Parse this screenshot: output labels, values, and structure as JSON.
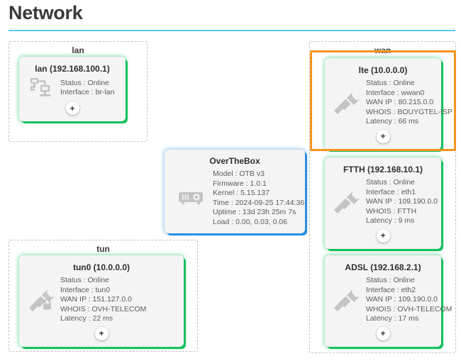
{
  "header": {
    "title": "Network"
  },
  "groups": [
    {
      "id": "lan",
      "label": "lan"
    },
    {
      "id": "tun",
      "label": "tun"
    },
    {
      "id": "wan",
      "label": "wan"
    }
  ],
  "highlight": {
    "target": "lte-card",
    "color": "#f7941e"
  },
  "colors": {
    "accent_rule": "#5bc8f5",
    "status_online_glow": "#16c15f",
    "device_glow": "#2b8fe0",
    "selection": "#f7941e",
    "card_bg": "#f4f4f4",
    "icon": "#c4c4c4"
  },
  "cards": {
    "lan": {
      "title": "lan (192.168.100.1)",
      "icon": "network-sitemap-icon",
      "add_label": "+",
      "fields": [
        "Status : Online",
        "Interface : br-lan"
      ]
    },
    "tun0": {
      "title": "tun0 (10.0.0.0)",
      "icon": "secure-plug-icon",
      "add_label": "+",
      "fields": [
        "Status : Online",
        "Interface : tun0",
        "WAN IP : 151.127.0.0",
        "WHOIS : OVH-TELECOM",
        "Latency : 22 ms"
      ]
    },
    "overthebox": {
      "title": "OverTheBox",
      "icon": "device-box-icon",
      "fields": [
        "Model : OTB v3",
        "Firmware : 1.0.1",
        "Kernel : 5.15.137",
        "Time : 2024-09-25 17:44:36",
        "Uptime : 13d 23h 25m 7s",
        "Load : 0.00, 0.03, 0.06"
      ]
    },
    "lte": {
      "title": "lte (10.0.0.0)",
      "icon": "plug-icon",
      "add_label": "+",
      "fields": [
        "Status : Online",
        "Interface : wwan0",
        "WAN IP : 80.215.0.0",
        "WHOIS : BOUYGTEL-ISP",
        "Latency : 66 ms"
      ]
    },
    "ftth": {
      "title": "FTTH (192.168.10.1)",
      "icon": "plug-icon",
      "add_label": "+",
      "fields": [
        "Status : Online",
        "Interface : eth1",
        "WAN IP : 109.190.0.0",
        "WHOIS : FTTH",
        "Latency : 9 ms"
      ]
    },
    "adsl": {
      "title": "ADSL (192.168.2.1)",
      "icon": "plug-icon",
      "add_label": "+",
      "fields": [
        "Status : Online",
        "Interface : eth2",
        "WAN IP : 109.190.0.0",
        "WHOIS : OVH-TELECOM",
        "Latency : 17 ms"
      ]
    }
  }
}
